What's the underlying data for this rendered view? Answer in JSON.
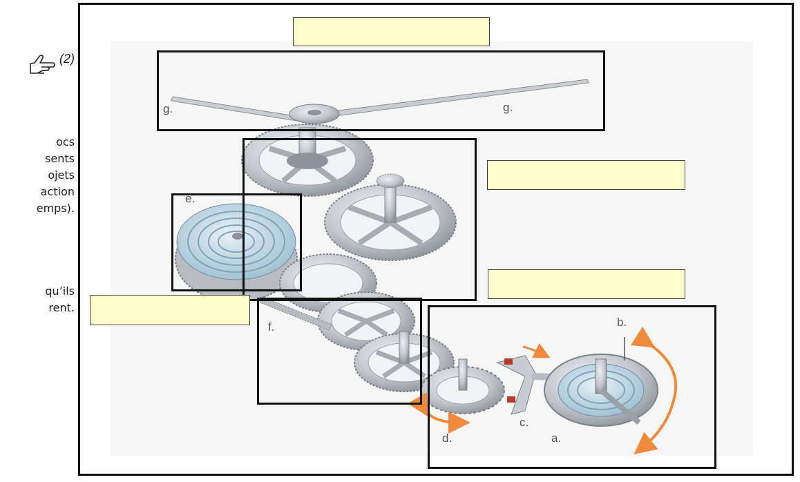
{
  "instruction": {
    "points": "(2)",
    "lines": [
      "ocs",
      "sents",
      "ojets",
      "action",
      "emps).",
      "",
      "qu’ils",
      "rent."
    ]
  },
  "figure": {
    "letters": {
      "g_left": "g.",
      "g_right": "g.",
      "e": "e.",
      "f": "f.",
      "b": "b.",
      "c": "c.",
      "d": "d.",
      "a": "a."
    }
  },
  "colors": {
    "answer_fill": "#ffffcc",
    "frame": "#111111",
    "arrow": "#f08a3c",
    "spring": "#8fb6cc",
    "metal": "#b8bcc2",
    "red_stone": "#b83a2a"
  },
  "icons": [
    "pointing-hand-icon"
  ]
}
